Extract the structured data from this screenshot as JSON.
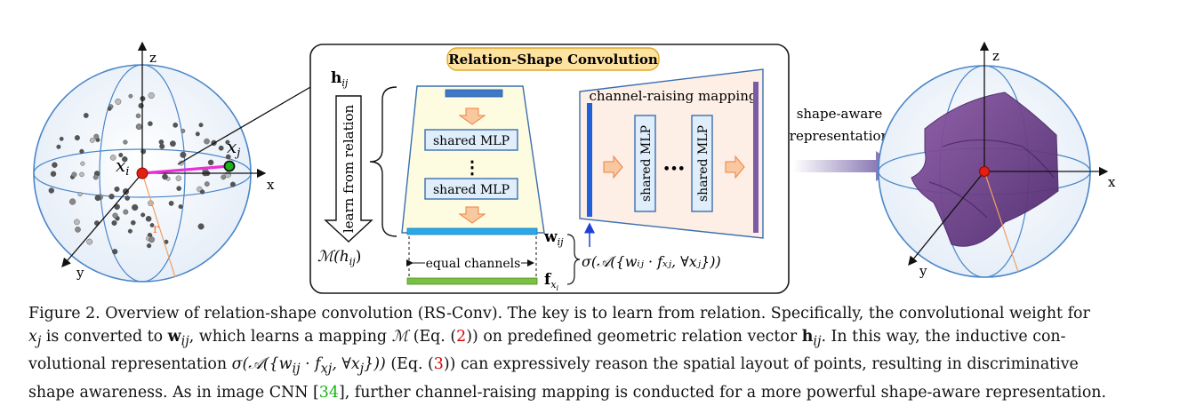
{
  "figure": {
    "left_sphere": {
      "axis_z": "z",
      "axis_x": "x",
      "axis_y": "y",
      "point_i": "x",
      "point_i_sub": "i",
      "point_j": "x",
      "point_j_sub": "j",
      "radius_label": "r"
    },
    "panel": {
      "title": "Relation-Shape Convolution",
      "h_label": "h",
      "h_sub": "ij",
      "learn_label": "learn from relation",
      "m_label": "ℳ(h",
      "m_sub": "ij",
      "m_close": ")",
      "shared_mlp_top": "shared MLP",
      "shared_mlp_bottom": "shared MLP",
      "vdots": "⋮",
      "w_label": "w",
      "w_sub": "ij",
      "f_label": "f",
      "f_sub": "x",
      "f_subsub": "i",
      "equal_channels": "equal channels",
      "raising_title": "channel-raising mapping",
      "raising_mlp_1": "shared MLP",
      "raising_mlp_2": "shared MLP",
      "raising_dots": "•••",
      "sigma_formula": "σ(𝒜({wᵢⱼ · fₓⱼ, ∀xⱼ}))"
    },
    "arrow_label_line1": "shape-aware",
    "arrow_label_line2": "representation",
    "right_sphere": {
      "axis_z": "z",
      "axis_x": "x",
      "axis_y": "y"
    }
  },
  "caption": {
    "line1": "Figure 2. Overview of relation-shape convolution (RS-Conv). The key is to learn from relation. Specifically, the convolutional weight for",
    "line2_a": " is converted to ",
    "line2_b": ", which learns a mapping ",
    "line2_c": " (Eq. (",
    "line2_ref": "2",
    "line2_d": ")) on predefined geometric relation vector ",
    "line2_e": ". In this way, the inductive con-",
    "line3_a": "volutional representation ",
    "line3_b": " (Eq. (",
    "line3_ref": "3",
    "line3_c": ")) can expressively reason the spatial layout of points, resulting in discriminative",
    "line4_a": "shape awareness. As in image CNN [",
    "line4_cite": "34",
    "line4_b": "], further channel-raising mapping is conducted for a more powerful shape-aware representation.",
    "math_xj": "x",
    "math_xj_sub": "j",
    "math_wij": "w",
    "math_wij_sub": "ij",
    "math_M": "ℳ",
    "math_hij": "h",
    "math_hij_sub": "ij",
    "math_sigma": "σ(𝒜({w",
    "math_sigma_rest": "· f",
    "math_sigma_end": ", ∀x",
    "math_sigma_close": "}))"
  },
  "colors": {
    "sphere_stroke": "#4a86c8",
    "sphere_fill": "#eef4fb",
    "trapezoid_fill": "#fdfbe0",
    "raising_fill": "#fdeee6",
    "panel_border": "#1a1a1a",
    "title_fill": "#fde2a0",
    "title_stroke": "#e2a82a",
    "mlp_fill": "#dfeefa",
    "mlp_stroke": "#3a6fb0",
    "arrow_orange": "#f3b07a",
    "pink_segment": "#e830d8",
    "red_point": "#e02010",
    "green_point": "#1fb21f",
    "bar_blue": "#1f5fd8",
    "bar_purple": "#7b5aa6",
    "w_bar": "#29a9e8",
    "f_bar": "#7ac043",
    "shape_purple": "#6a3a8a",
    "ref_red": "#e00000",
    "cite_green": "#14b414"
  }
}
